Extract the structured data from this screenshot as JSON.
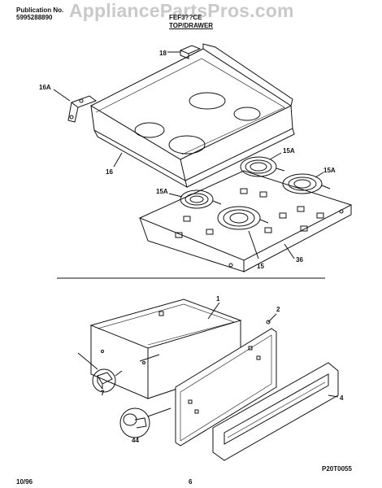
{
  "header": {
    "pub_label": "Publication No.",
    "pub_number": "5995288890",
    "model": "FEF3??CE",
    "section_title": "TOP/DRAWER",
    "watermark": "AppliancePartsPros.com"
  },
  "callouts": {
    "c18": "18",
    "c16A": "16A",
    "c16": "16",
    "c15A_a": "15A",
    "c15A_b": "15A",
    "c15A_c": "15A",
    "c15": "15",
    "c36": "36",
    "c1": "1",
    "c2": "2",
    "c7": "7",
    "c44": "44",
    "c4": "4"
  },
  "footer": {
    "date": "10/96",
    "page": "6",
    "figure_code": "P20T0055"
  }
}
